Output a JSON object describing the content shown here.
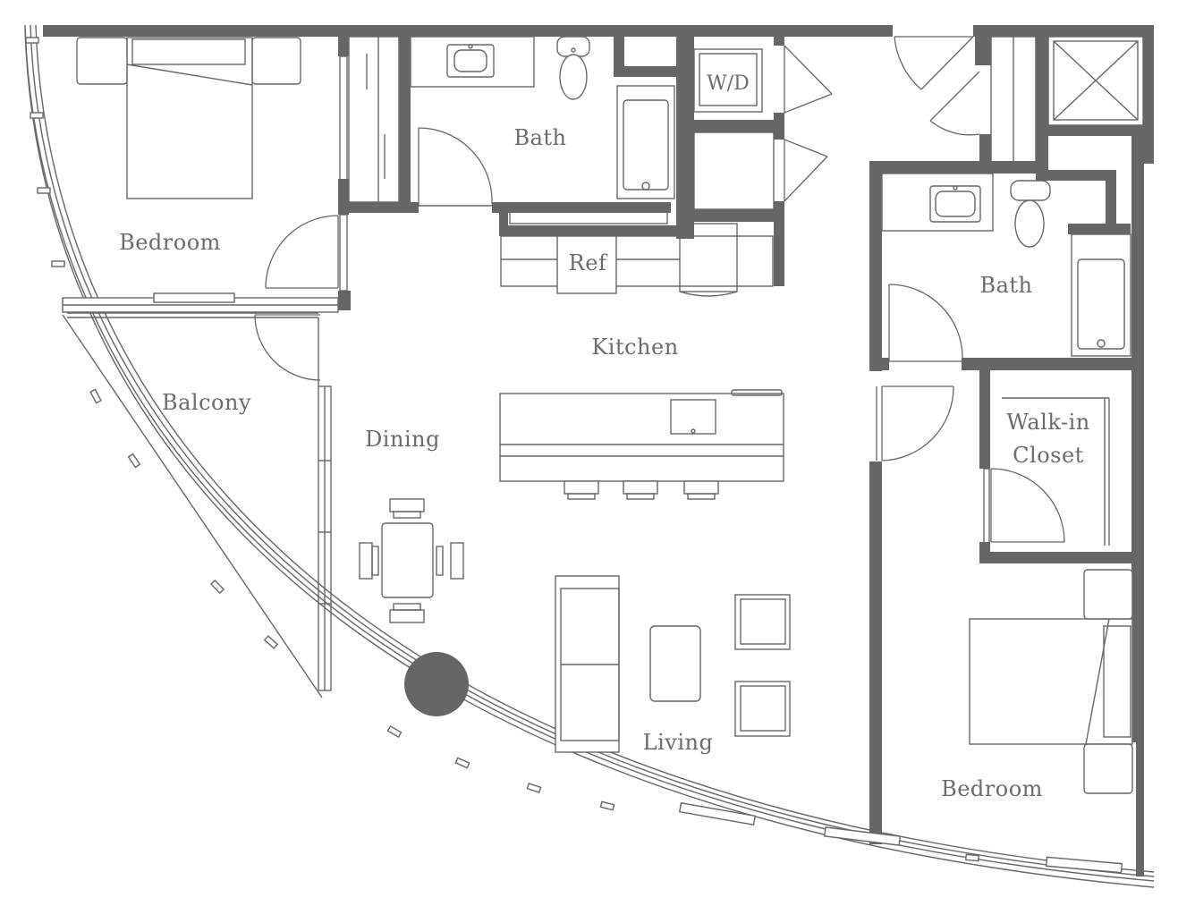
{
  "plan": {
    "rooms": {
      "bedroom_left": "Bedroom",
      "bath_top": "Bath",
      "washer_dryer": "W/D",
      "refrigerator": "Ref",
      "kitchen": "Kitchen",
      "balcony": "Balcony",
      "dining": "Dining",
      "bath_right": "Bath",
      "walkin_line1": "Walk-in",
      "walkin_line2": "Closet",
      "living": "Living",
      "bedroom_right": "Bedroom"
    },
    "colors": {
      "wall": "#666666",
      "label": "#6b6b6b",
      "background": "#ffffff"
    }
  }
}
